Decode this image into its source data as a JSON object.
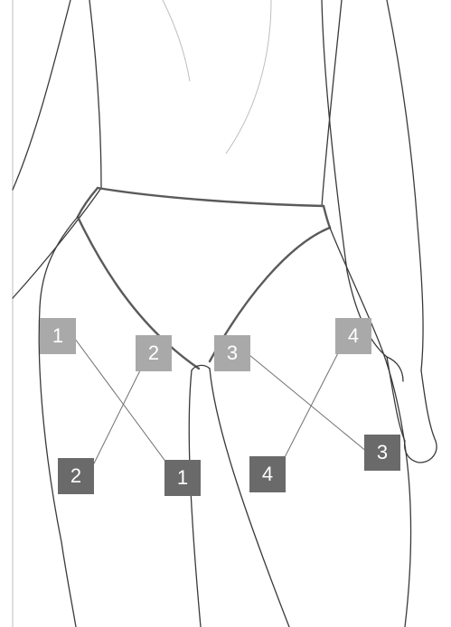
{
  "colors": {
    "line": "#3a3a3a",
    "start_marker": "#a9a9a9",
    "end_marker": "#6a6a6a",
    "connector": "#707070"
  },
  "markers": {
    "start": [
      {
        "id": "s1",
        "label": "1"
      },
      {
        "id": "s2",
        "label": "2"
      },
      {
        "id": "s3",
        "label": "3"
      },
      {
        "id": "s4",
        "label": "4"
      }
    ],
    "end": [
      {
        "id": "e2",
        "label": "2"
      },
      {
        "id": "e1",
        "label": "1"
      },
      {
        "id": "e4",
        "label": "4"
      },
      {
        "id": "e3",
        "label": "3"
      }
    ]
  }
}
